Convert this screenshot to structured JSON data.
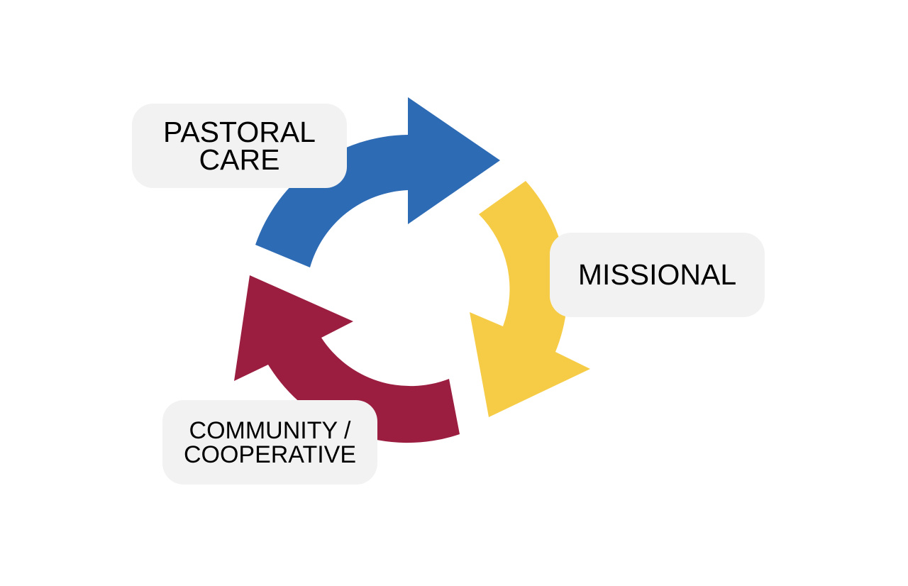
{
  "stages": [
    {
      "id": "pastoral",
      "lines": [
        "PASTORAL",
        "CARE"
      ],
      "color": "#2e6bb5"
    },
    {
      "id": "missional",
      "lines": [
        "MISSIONAL"
      ],
      "color": "#f6cc46"
    },
    {
      "id": "community",
      "lines": [
        "COMMUNITY /",
        "COOPERATIVE"
      ],
      "color": "#9b1e40"
    }
  ],
  "label_background": "#f2f2f2",
  "text_color": "#000000"
}
